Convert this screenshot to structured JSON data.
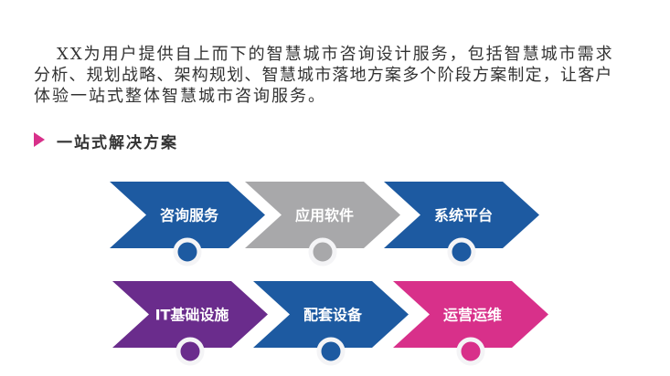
{
  "intro": {
    "lines": [
      "XX为用户提供自上而下的智慧城市咨询设计服务，包括智慧城市需求",
      "分析、规划战略、架构规划、智慧城市落地方案多个阶段方案制定，让客户",
      "体验一站式整体智慧城市咨询服务。"
    ]
  },
  "section": {
    "title": "一站式解决方案",
    "marker_color": "#d8308a"
  },
  "steps": [
    {
      "label": "咨询服务",
      "color": "#1d5aa1"
    },
    {
      "label": "应用软件",
      "color": "#a8a8aa"
    },
    {
      "label": "系统平台",
      "color": "#1d5aa1"
    },
    {
      "label": "IT基础设施",
      "color": "#6a2c8c"
    },
    {
      "label": "配套设备",
      "color": "#1d5aa1"
    },
    {
      "label": "运营运维",
      "color": "#d8308a"
    }
  ]
}
